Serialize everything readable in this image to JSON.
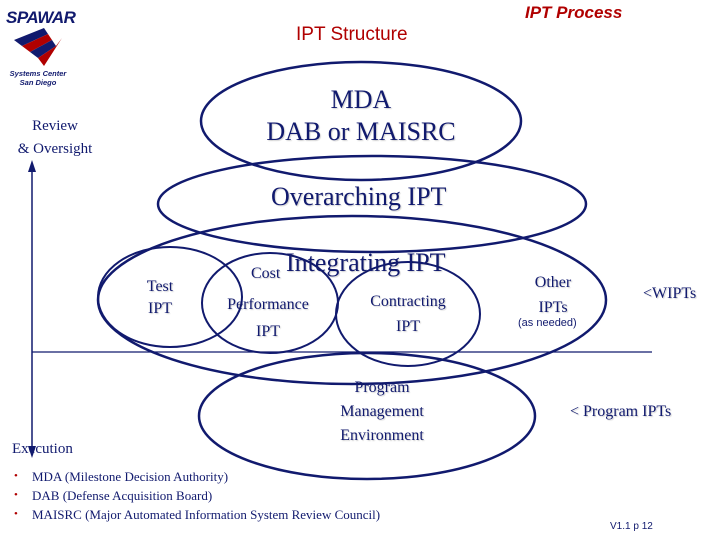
{
  "logo": {
    "wordmark": "SPAWAR",
    "subtitle_line1": "Systems Center",
    "subtitle_line2": "San Diego"
  },
  "header": {
    "title": "IPT Structure",
    "process_label": "IPT Process"
  },
  "diagram": {
    "mda_line1": "MDA",
    "mda_line2": "DAB or MAISRC",
    "review_line1": "Review",
    "review_line2": "& Oversight",
    "overarching": "Overarching IPT",
    "integrating": "Integrating IPT",
    "test_line1": "Test",
    "test_line2": "IPT",
    "cost_line1": "Cost",
    "cost_line2": "Performance",
    "cost_line3": "IPT",
    "contracting_line1": "Contracting",
    "contracting_line2": "IPT",
    "other_line1": "Other",
    "other_line2": "IPTs",
    "other_note": "(as needed)",
    "wipts": "<WIPTs",
    "program_line1": "Program",
    "program_line2": "Management",
    "program_line3": "Environment",
    "program_ipts": "< Program IPTs",
    "execution": "Execution"
  },
  "bullets": [
    "MDA (Milestone Decision Authority)",
    "DAB (Defense Acquisition Board)",
    "MAISRC (Major Automated Information System Review Council)"
  ],
  "footer": {
    "page_ref": "V1.1 p 12"
  },
  "colors": {
    "navy": "#111a6e",
    "red": "#b00000",
    "background": "#ffffff"
  }
}
